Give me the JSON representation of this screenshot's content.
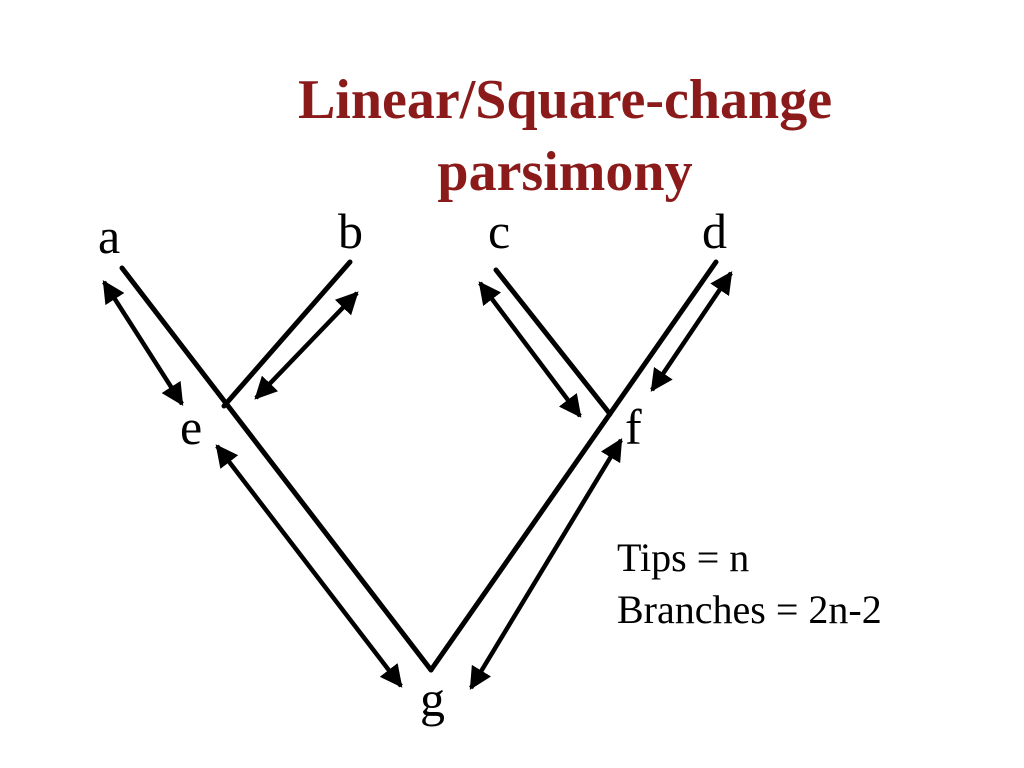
{
  "title": {
    "line1": "Linear/Square-change",
    "line2": "parsimony"
  },
  "nodes": {
    "a": "a",
    "b": "b",
    "c": "c",
    "d": "d",
    "e": "e",
    "f": "f",
    "g": "g"
  },
  "notes": {
    "tips": "Tips = n",
    "branches": "Branches = 2n-2"
  },
  "colors": {
    "title": "#8b1a1a",
    "lines": "#000000"
  }
}
